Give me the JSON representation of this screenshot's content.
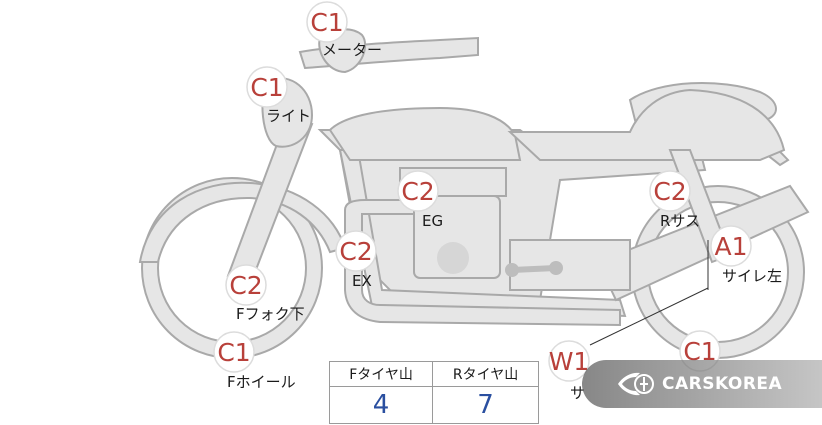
{
  "diagram": {
    "callouts": [
      {
        "code": "C1",
        "label": "メーター"
      },
      {
        "code": "C1",
        "label": "ライト"
      },
      {
        "code": "C2",
        "label": "EG"
      },
      {
        "code": "C2",
        "label": "Rサス"
      },
      {
        "code": "C2",
        "label": "EX"
      },
      {
        "code": "A1",
        "label": "サイレ左"
      },
      {
        "code": "C2",
        "label": "Fフォク下"
      },
      {
        "code": "C1",
        "label": "Fホイール"
      },
      {
        "code": "W1",
        "label": "サ"
      },
      {
        "code": "C1",
        "label": ""
      }
    ]
  },
  "tread_table": {
    "headers": [
      "Fタイヤ山",
      "Rタイヤ山"
    ],
    "values": [
      "4",
      "7"
    ]
  },
  "watermark": {
    "icon": "carskorea-logo-icon",
    "text": "CARSKOREA"
  }
}
